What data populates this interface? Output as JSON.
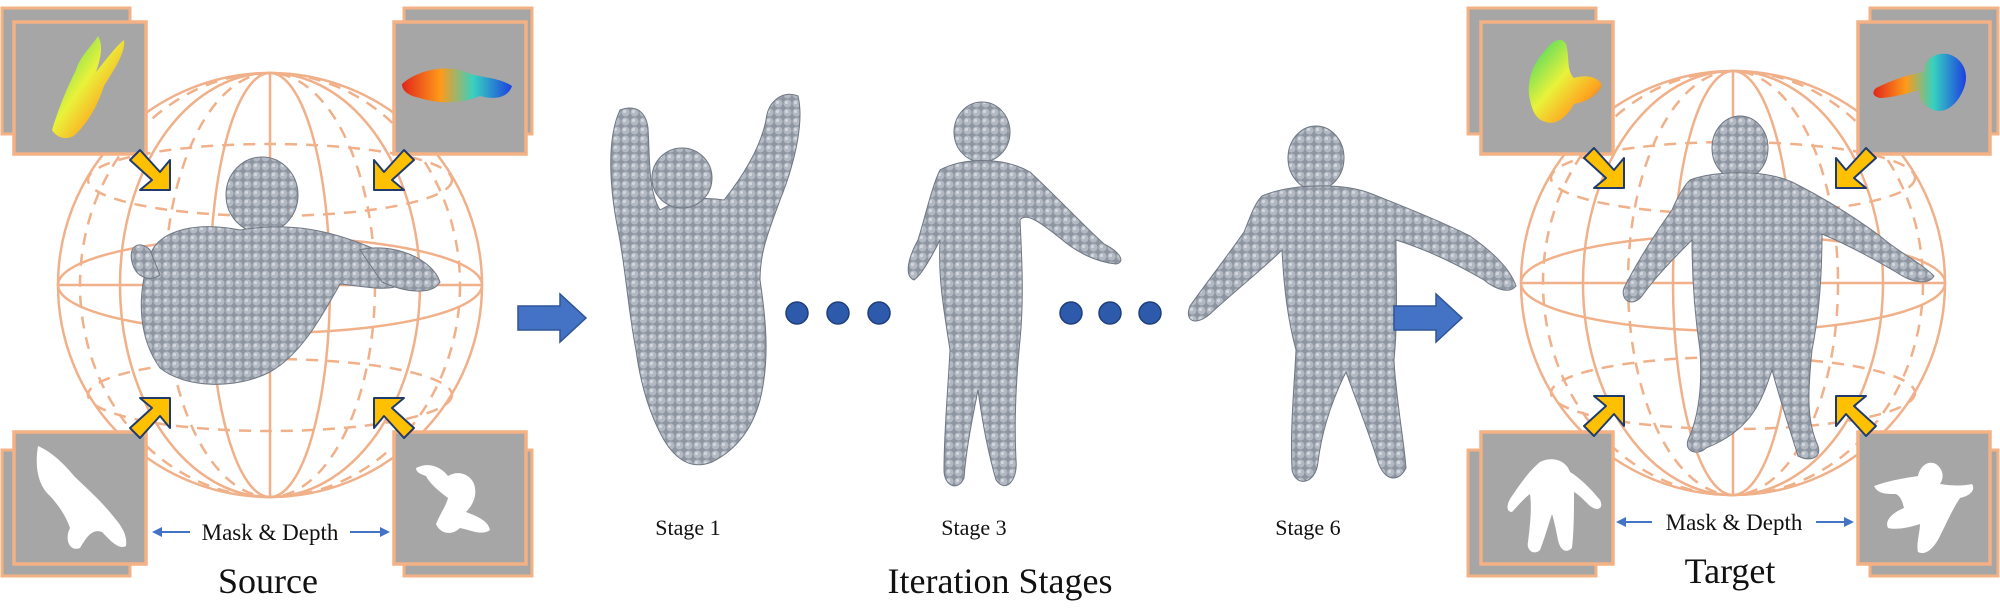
{
  "labels": {
    "source": "Source",
    "target": "Target",
    "iteration_stages": "Iteration Stages",
    "mask_depth_left": "Mask & Depth",
    "mask_depth_right": "Mask & Depth",
    "stage_1": "Stage 1",
    "stage_3": "Stage 3",
    "stage_6": "Stage 6"
  },
  "colors": {
    "sphere_line": "#f0b089",
    "thumb_border": "#f4b183",
    "thumb_bg": "#a6a6a6",
    "arrow_yellow": "#ffc000",
    "arrow_blue": "#4472c4",
    "dot_blue": "#2e5aac",
    "point_cloud": "#9aa2ad"
  },
  "icons": [
    "view-arrow-icon",
    "flow-arrow-icon",
    "ellipsis-dots-icon"
  ]
}
